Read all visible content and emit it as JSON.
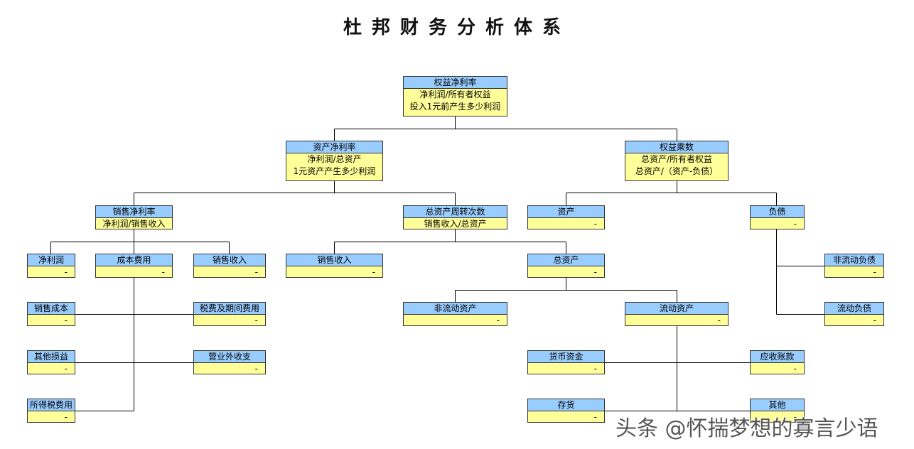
{
  "title": "杜邦财务分析体系",
  "nodes": {
    "roe": {
      "label": "权益净利率",
      "lines": [
        "净利润/所有者权益",
        "投入1元前产生多少利润"
      ]
    },
    "roa": {
      "label": "资产净利率",
      "lines": [
        "净利润/总资产",
        "1元资产产生多少利润"
      ]
    },
    "em": {
      "label": "权益乘数",
      "lines": [
        "总资产/所有者权益",
        "总资产/（资产-负债）"
      ]
    },
    "npm": {
      "label": "销售净利率",
      "lines": [
        "净利润/销售收入"
      ]
    },
    "tat": {
      "label": "总资产周转次数",
      "lines": [
        "销售收入/总资产"
      ]
    },
    "assets": {
      "label": "资产",
      "value": "-"
    },
    "liabilities": {
      "label": "负债",
      "value": "-"
    },
    "net_profit": {
      "label": "净利润",
      "value": "-"
    },
    "cost_expense": {
      "label": "成本费用",
      "value": "-"
    },
    "sales_revenue_1": {
      "label": "销售收入",
      "value": "-"
    },
    "sales_revenue_2": {
      "label": "销售收入",
      "value": "-"
    },
    "total_assets": {
      "label": "总资产",
      "value": "-"
    },
    "noncurrent_liabilities": {
      "label": "非流动负债",
      "value": "-"
    },
    "current_liabilities": {
      "label": "流动负债",
      "value": "-"
    },
    "cost_of_sales": {
      "label": "销售成本",
      "value": "-"
    },
    "taxes_period_expenses": {
      "label": "税费及期间费用",
      "value": "-"
    },
    "other_gains_losses": {
      "label": "其他损益",
      "value": "-"
    },
    "non_operating": {
      "label": "营业外收支",
      "value": "-"
    },
    "income_tax": {
      "label": "所得税费用",
      "value": "-"
    },
    "noncurrent_assets": {
      "label": "非流动资产",
      "value": "-"
    },
    "current_assets": {
      "label": "流动资产",
      "value": "-"
    },
    "cash": {
      "label": "货币资金",
      "value": "-"
    },
    "receivables": {
      "label": "应收账款",
      "value": "-"
    },
    "inventory": {
      "label": "存货",
      "value": "-"
    },
    "other": {
      "label": "其他",
      "value": "-"
    }
  },
  "watermark": "头条 @怀揣梦想的寡言少语"
}
